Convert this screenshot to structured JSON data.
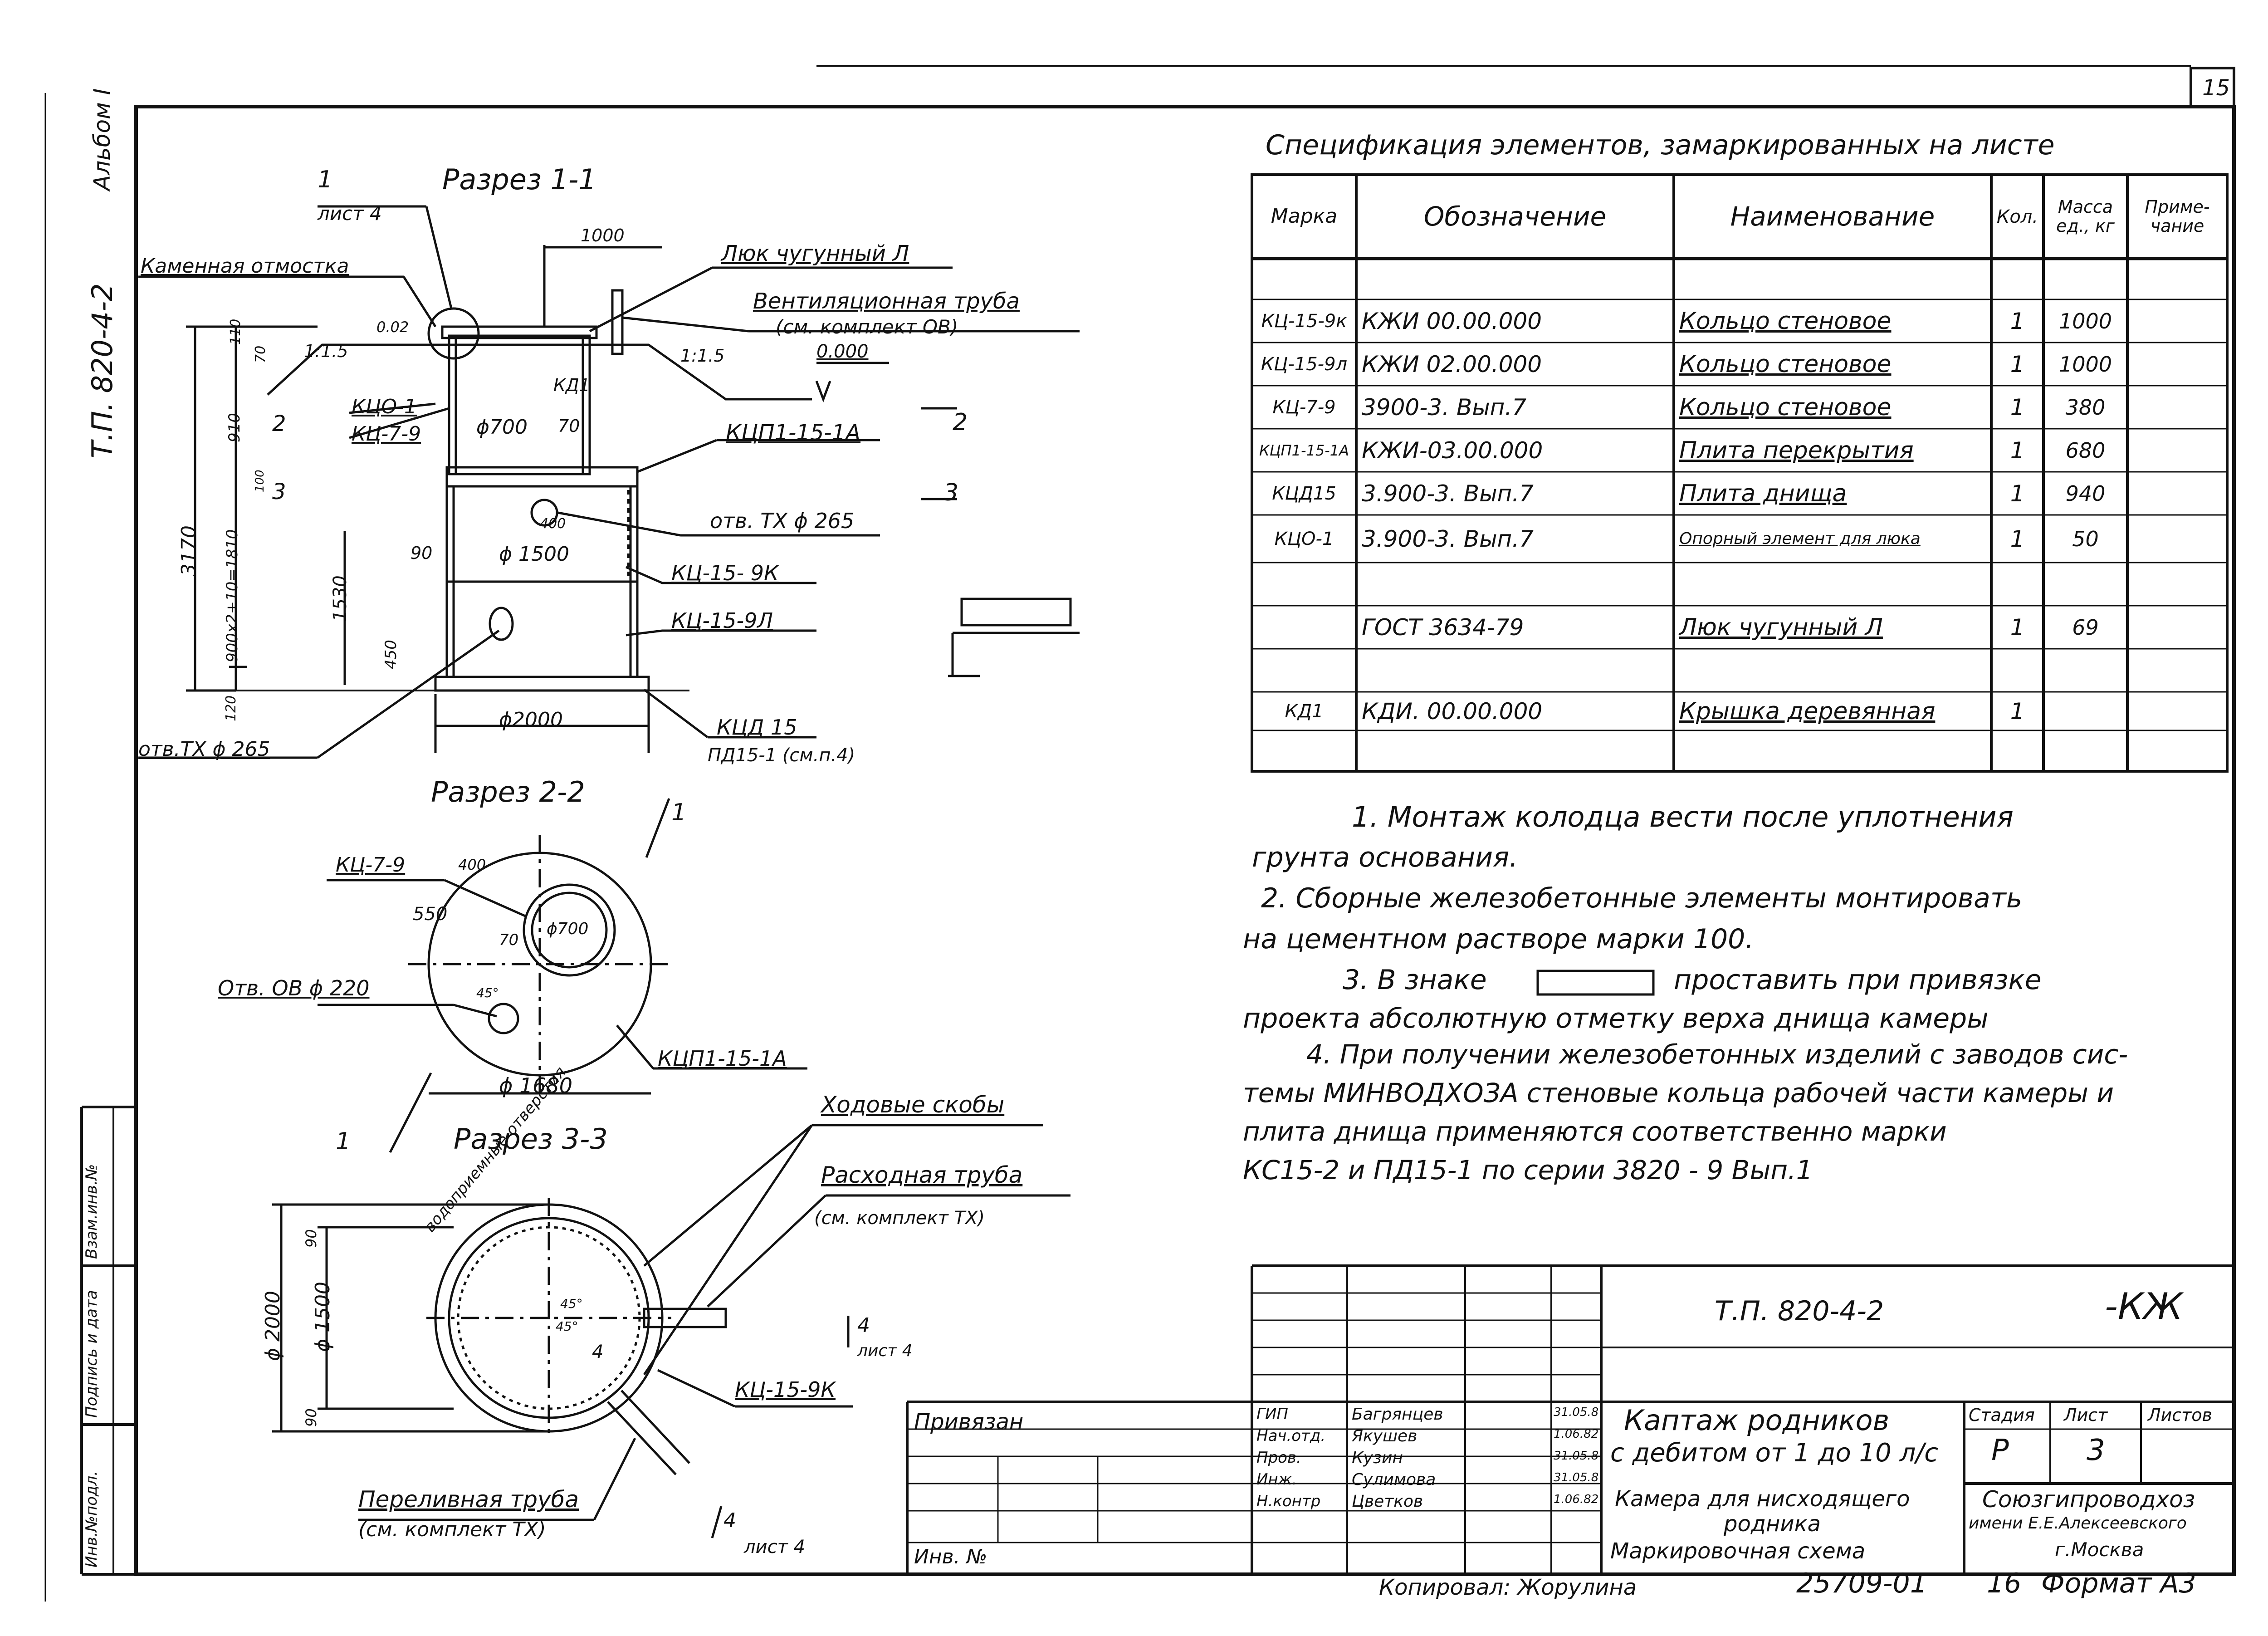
{
  "sheet_number": "15",
  "side_texts": {
    "album": "Альбом I",
    "project_code": "Т.П. 820-4-2",
    "inv_orig": "Инв.№подл.",
    "sign_date": "Подпись и дата",
    "inv_replace": "Взам.инв.№"
  },
  "section_1_1": {
    "title": "Разрез 1-1",
    "callout_num": "1",
    "callout_sheet": "лист 4",
    "paving_label": "Каменная отмостка",
    "dim_1000": "1000",
    "hatch_label": "Люк чугунный Л",
    "vent_label": "Вентиляционная труба",
    "vent_ref": "(см. комплект ОВ)",
    "slope_left": "1:1.5",
    "slope_right": "1:1.5",
    "mark_002": "0.02",
    "mark_000": "0.000",
    "dim_110": "110",
    "dim_70": "70",
    "dim_910": "910",
    "dim_2": "2",
    "dim_100": "100",
    "dim_3": "3",
    "dim_3170": "3170",
    "dim_1810": "900x2+10=1810",
    "dim_1530": "1530",
    "dim_450": "450",
    "dim_120": "120",
    "kco": "КЦО-1",
    "kc79": "КЦ-7-9",
    "kd1": "КД1",
    "d700": "ϕ700",
    "dim_70b": "70",
    "kcp": "КЦП1-15-1А",
    "cut_2": "2",
    "cut_3": "3",
    "hole_tx": "отв. ТХ ϕ 265",
    "dim_400": "400",
    "dim_90": "90",
    "d1500": "ϕ 1500",
    "kc159k": "КЦ-15- 9К",
    "kc159l": "КЦ-15-9Л",
    "d2000": "ϕ2000",
    "kd15": "КЦД 15",
    "pd15": "ПД15-1 (см.п.4)",
    "hole_left": "отв.ТХ ϕ 265"
  },
  "section_2_2": {
    "title": "Разрез 2-2",
    "cut_label": "1",
    "kc79": "КЦ-7-9",
    "dim_400": "400",
    "dim_550": "550",
    "dim_70": "70",
    "d700": "ϕ700",
    "hole_ov": "Отв. ОВ ϕ 220",
    "dim_45": "45°",
    "kcp": "КЦП1-15-1А",
    "d1680": "ϕ 1680",
    "cut_label_b": "1"
  },
  "section_3_3": {
    "title": "Разрез 3-3",
    "steps": "Ходовые скобы",
    "outflow": "Расходная труба",
    "outflow_ref": "(см. комплект ТХ)",
    "holes_arc": "водоприемные отверстия",
    "d2000": "ϕ 2000",
    "d1500": "ϕ 1500",
    "dim_90a": "90",
    "dim_90b": "90",
    "ang1": "45°",
    "ang2": "45°",
    "cut4": "4",
    "cut4_sheet": "лист 4",
    "cut4b": "4",
    "kc159k": "КЦ-15-9К",
    "overflow": "Переливная труба",
    "overflow_ref": "(см. комплект ТХ)",
    "cut4c": "4",
    "cut4c_sheet": "лист 4"
  },
  "spec": {
    "title": "Спецификация элементов, замаркированных на листе",
    "headers": [
      "Марка",
      "Обозначение",
      "Наименование",
      "Кол.",
      "Масса ед., кг",
      "Приме-чание"
    ],
    "rows": [
      [
        "",
        "",
        "",
        "",
        "",
        ""
      ],
      [
        "КЦ-15-9к",
        "КЖИ 00.00.000",
        "Кольцо стеновое",
        "1",
        "1000",
        ""
      ],
      [
        "КЦ-15-9л",
        "КЖИ 02.00.000",
        "Кольцо стеновое",
        "1",
        "1000",
        ""
      ],
      [
        "КЦ-7-9",
        "3900-3. Вып.7",
        "Кольцо стеновое",
        "1",
        "380",
        ""
      ],
      [
        "КЦП1-15-1А",
        "КЖИ-03.00.000",
        "Плита перекрытия",
        "1",
        "680",
        ""
      ],
      [
        "КЦД15",
        "3.900-3. Вып.7",
        "Плита днища",
        "1",
        "940",
        ""
      ],
      [
        "КЦО-1",
        "3.900-3. Вып.7",
        "Опорный элемент для люка",
        "1",
        "50",
        ""
      ],
      [
        "",
        "",
        "",
        "",
        "",
        ""
      ],
      [
        "",
        "ГОСТ 3634-79",
        "Люк чугунный Л",
        "1",
        "69",
        ""
      ],
      [
        "",
        "",
        "",
        "",
        "",
        ""
      ],
      [
        "КД1",
        "КДИ. 00.00.000",
        "Крышка деревянная",
        "1",
        "",
        ""
      ],
      [
        "",
        "",
        "",
        "",
        "",
        ""
      ]
    ]
  },
  "notes": [
    "1. Монтаж колодца вести после уплотнения",
    "грунта основания.",
    "2. Сборные железобетонные элементы монтировать",
    "на цементном растворе марки 100.",
    "3. В знаке",
    "проставить при привязке",
    "проекта абсолютную отметку верха днища камеры",
    "4. При получении железобетонных изделий с заводов сис-",
    "темы МИНВОДХОЗА стеновые кольца рабочей части камеры и",
    "плита днища применяются соответственно марки",
    "КС15-2 и ПД15-1 по серии 3820 - 9 Вып.1"
  ],
  "title_block": {
    "code": "Т.П. 820-4-2",
    "suffix": "-КЖ",
    "bound": "Привязан",
    "inv": "Инв. №",
    "roles": [
      "ГИП",
      "Нач.отд.",
      "Пров.",
      "Инж.",
      "Н.контр"
    ],
    "names": [
      "Багрянцев",
      "Якушев",
      "Кузин",
      "Сулимова",
      "Цветков"
    ],
    "dates": [
      "31.05.8",
      "1.06.82",
      "31.05.8",
      "31.05.8",
      "1.06.82"
    ],
    "work_title_1": "Каптаж родников",
    "work_title_2": "с дебитом от 1 до 10 л/с",
    "sheet_title_1": "Камера для нисходящего",
    "sheet_title_2": "родника",
    "sheet_title_3": "Маркировочная схема",
    "stage_label": "Стадия",
    "sheet_label": "Лист",
    "sheets_label": "Листов",
    "stage": "Р",
    "sheet": "3",
    "org_1": "Союзгипроводхоз",
    "org_2": "имени Е.Е.Алексеевского",
    "org_3": "г.Москва"
  },
  "footer": {
    "copied": "Копировал: Жорулина",
    "number": "25709-01",
    "page": "16",
    "format": "Формат А3"
  }
}
